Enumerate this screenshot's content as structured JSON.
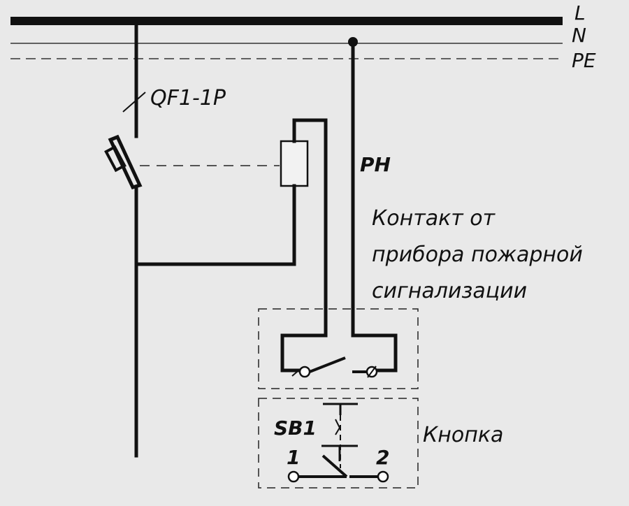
{
  "bus": {
    "l": "L",
    "n": "N",
    "pe": "PE"
  },
  "breaker": {
    "label": "QF1-1P"
  },
  "relay": {
    "label": "PH"
  },
  "fire_contact": {
    "line1": "Контакт от",
    "line2": "прибора пожарной",
    "line3": "сигнализации"
  },
  "button": {
    "id": "SB1",
    "label": "Кнопка",
    "terminal_1": "1",
    "terminal_2": "2"
  },
  "colors": {
    "background": "#e9e9e9",
    "ink": "#111111"
  }
}
